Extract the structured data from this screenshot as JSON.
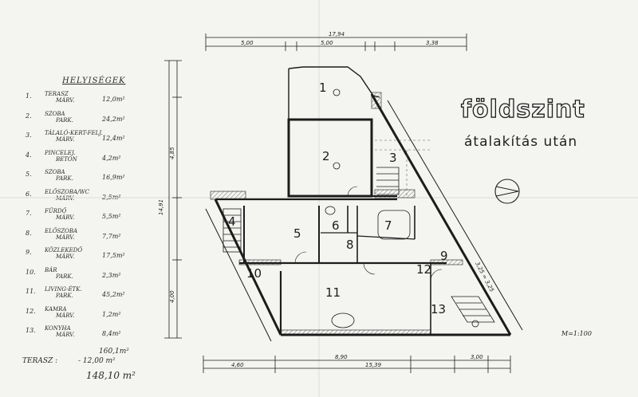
{
  "heading": {
    "title": "földszint",
    "subtitle": "átalakítás után"
  },
  "legend": {
    "title": "HELYISÉGEK",
    "rooms": [
      {
        "num": "1.",
        "name": "TERASZ",
        "finish": "MÁRV.",
        "area": "12,0m²"
      },
      {
        "num": "2.",
        "name": "SZOBA",
        "finish": "PARK.",
        "area": "24,2m²"
      },
      {
        "num": "3.",
        "name": "TÁLALÓ-KERT-FELJ.",
        "finish": "MÁRV.",
        "area": "12,4m²"
      },
      {
        "num": "4.",
        "name": "PINCELEJ.",
        "finish": "BETON",
        "area": "4,2m²"
      },
      {
        "num": "5.",
        "name": "SZOBA",
        "finish": "PARK.",
        "area": "16,9m²"
      },
      {
        "num": "6.",
        "name": "ELŐSZOBA/WC",
        "finish": "MÁRV.",
        "area": "2,5m²"
      },
      {
        "num": "7.",
        "name": "FÜRDŐ",
        "finish": "MÁRV.",
        "area": "5,5m²"
      },
      {
        "num": "8.",
        "name": "ELŐSZOBA",
        "finish": "MÁRV.",
        "area": "7,7m²"
      },
      {
        "num": "9.",
        "name": "KÖZLEKEDŐ",
        "finish": "MÁRV.",
        "area": "17,5m²"
      },
      {
        "num": "10.",
        "name": "BÁR",
        "finish": "PARK.",
        "area": "2,3m²"
      },
      {
        "num": "11.",
        "name": "LIVING-ÉTK.",
        "finish": "PARK.",
        "area": "45,2m²"
      },
      {
        "num": "12.",
        "name": "KAMRA",
        "finish": "MÁRV.",
        "area": "1,2m²"
      },
      {
        "num": "13.",
        "name": "KONYHA",
        "finish": "MÁRV.",
        "area": "8,4m²"
      }
    ],
    "total": "160,1m²",
    "terasz_label": "TERASZ :",
    "terasz_minus": "- 12,00 m²",
    "net": "148,10 m²"
  },
  "room_numbers": [
    "1",
    "2",
    "3",
    "4",
    "5",
    "6",
    "7",
    "8",
    "9",
    "10",
    "11",
    "12",
    "13"
  ],
  "dimensions": {
    "top_total": "17,94",
    "top_segments": [
      "5,00",
      "5,00",
      "3,38"
    ],
    "bottom_total": "15,39",
    "bottom_segments": [
      "4,60",
      "8,90",
      "3,00"
    ],
    "left_total": "14,91",
    "left_segments": [
      "4,85",
      "4,00"
    ],
    "diagonal": "3,25 ≈ 3,25"
  },
  "scale": "M=1:100",
  "colors": {
    "paper": "#f4f4f1",
    "ink": "#1c1c1c",
    "faint": "#9a9a9a"
  }
}
